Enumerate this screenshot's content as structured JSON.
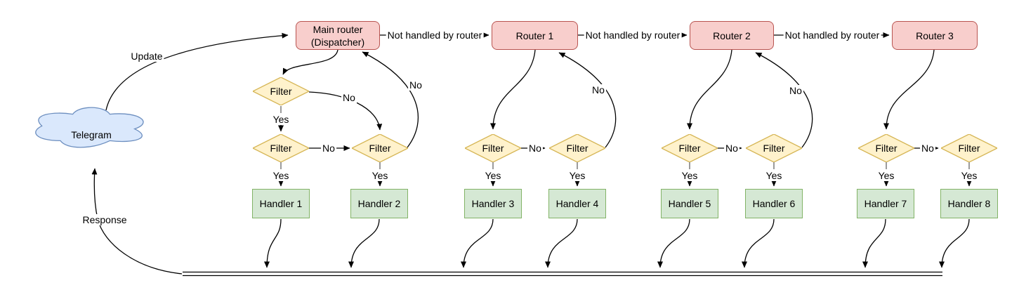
{
  "diagram": {
    "title_hint": "Telegram update routing diagram",
    "labels": {
      "telegram": "Telegram",
      "update": "Update",
      "response": "Response",
      "not_handled": "Not handled by router",
      "yes": "Yes",
      "no": "No",
      "filter": "Filter"
    },
    "main_router": {
      "line1": "Main router",
      "line2": "(Dispatcher)"
    },
    "routers": [
      "Router 1",
      "Router 2",
      "Router 3"
    ],
    "handlers": [
      "Handler 1",
      "Handler 2",
      "Handler 3",
      "Handler 4",
      "Handler 5",
      "Handler 6",
      "Handler 7",
      "Handler 8"
    ],
    "colors": {
      "router_fill": "#F8CECC",
      "router_stroke": "#B85450",
      "filter_fill": "#FFF2CC",
      "filter_stroke": "#D6B656",
      "handler_fill": "#D5E8D4",
      "handler_stroke": "#82B366",
      "cloud_fill": "#DAE8FC",
      "cloud_stroke": "#6C8EBF",
      "edge": "#000000",
      "stub_gray": "#909090"
    }
  }
}
